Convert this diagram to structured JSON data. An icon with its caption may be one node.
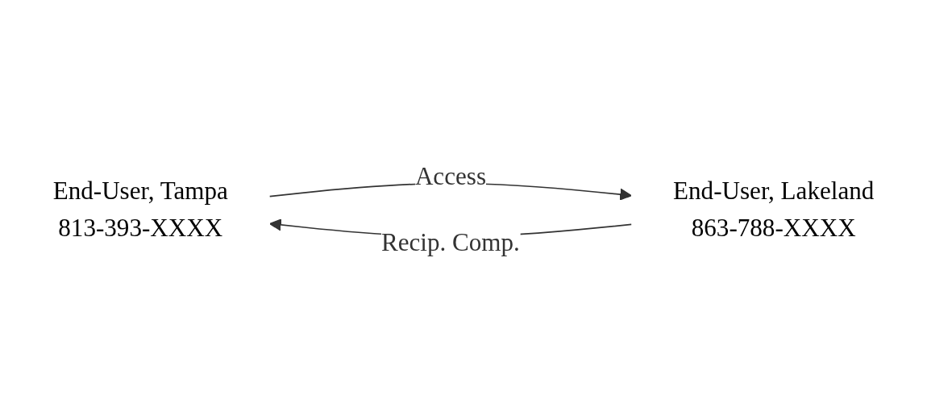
{
  "diagram": {
    "nodes": [
      {
        "text": [
          "End-User, Tampa",
          "813-393-XXXX"
        ]
      },
      {
        "text": [
          "End-User, Lakeland",
          "863-788-XXXX"
        ]
      }
    ],
    "edges": [
      {
        "from": 0,
        "to": 1,
        "arrow": "to",
        "label": "Access"
      },
      {
        "from": 1,
        "to": 0,
        "arrow": "to",
        "label": "Recip. Comp."
      }
    ]
  }
}
